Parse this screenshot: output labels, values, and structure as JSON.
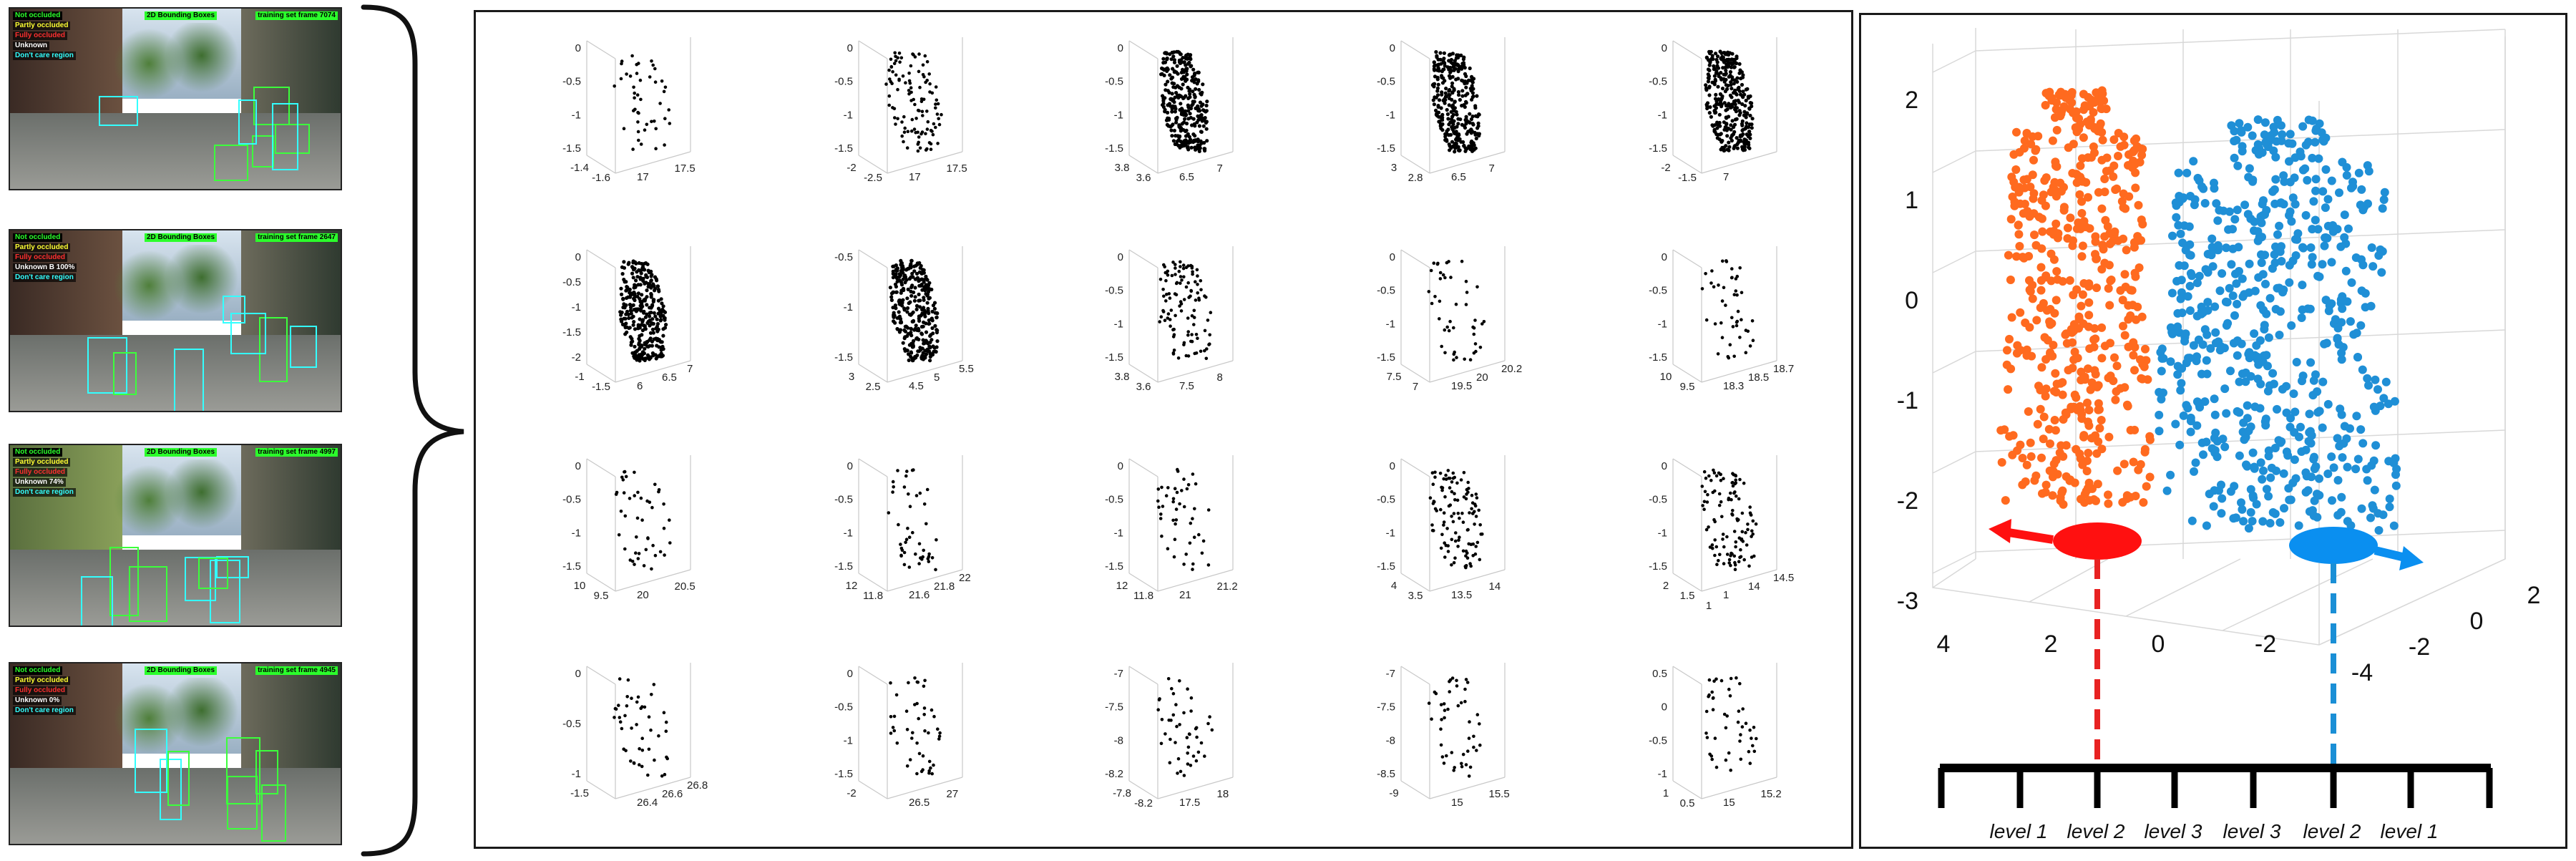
{
  "frames": [
    {
      "labels": [
        "Not occluded",
        "Partly occluded",
        "Fully occluded",
        "Unknown",
        "Don't care region"
      ],
      "header_center": "2D Bounding Boxes",
      "header_right": "training set frame 7074",
      "tone": "street"
    },
    {
      "labels": [
        "Not occluded",
        "Partly occluded",
        "Fully occluded",
        "Unknown B 100%",
        "Don't care region"
      ],
      "header_center": "2D Bounding Boxes",
      "header_right": "training set frame 2647",
      "tone": "street"
    },
    {
      "labels": [
        "Not occluded",
        "Partly occluded",
        "Fully occluded",
        "Unknown 74%",
        "Don't care region"
      ],
      "header_center": "2D Bounding Boxes",
      "header_right": "training set frame 4997",
      "tone": "bright"
    },
    {
      "labels": [
        "Not occluded",
        "Partly occluded",
        "Fully occluded",
        "Unknown 0%",
        "Don't care region"
      ],
      "header_center": "2D Bounding Boxes",
      "header_right": "training set frame 4945",
      "tone": "shop"
    }
  ],
  "colors": {
    "label_colors": [
      "#2bff2b",
      "#ffff33",
      "#ff3030",
      "#ffffff",
      "#33ffff"
    ],
    "header_bg": "#2bff2b",
    "bbox_green": "#3cff3c",
    "bbox_cyan": "#33ffff",
    "pedestrian_a": "#ff6a1f",
    "pedestrian_b": "#1f8fd6",
    "marker_red": "#ff1010",
    "marker_blue": "#0a8ff0",
    "dash_red": "#e82222",
    "dash_blue": "#1a8fd6",
    "points": "#000000"
  },
  "chart_data": [
    {
      "type": "scatter",
      "title": "r1c1",
      "z_ticks": [
        "0",
        "-0.5",
        "-1",
        "-1.5"
      ],
      "x_ticks": [
        "-1.4",
        "-1.6"
      ],
      "y_ticks": [
        "17",
        "17.5"
      ],
      "density": "sparse"
    },
    {
      "type": "scatter",
      "title": "r1c2",
      "z_ticks": [
        "0",
        "-0.5",
        "-1",
        "-1.5"
      ],
      "x_ticks": [
        "-2",
        "-2.5"
      ],
      "y_ticks": [
        "17",
        "17.5"
      ],
      "density": "medium"
    },
    {
      "type": "scatter",
      "title": "r1c3",
      "z_ticks": [
        "0",
        "-0.5",
        "-1",
        "-1.5"
      ],
      "x_ticks": [
        "3.8",
        "3.6"
      ],
      "y_ticks": [
        "6.5",
        "7"
      ],
      "density": "dense"
    },
    {
      "type": "scatter",
      "title": "r1c4",
      "z_ticks": [
        "0",
        "-0.5",
        "-1",
        "-1.5"
      ],
      "x_ticks": [
        "3",
        "2.8"
      ],
      "y_ticks": [
        "6.5",
        "7"
      ],
      "density": "dense"
    },
    {
      "type": "scatter",
      "title": "r1c5",
      "z_ticks": [
        "0",
        "-0.5",
        "-1",
        "-1.5"
      ],
      "x_ticks": [
        "-2",
        "-1.5"
      ],
      "y_ticks": [
        "7"
      ],
      "density": "dense"
    },
    {
      "type": "scatter",
      "title": "r2c1",
      "z_ticks": [
        "0",
        "-0.5",
        "-1",
        "-1.5",
        "-2"
      ],
      "x_ticks": [
        "-1",
        "-1.5"
      ],
      "y_ticks": [
        "6",
        "6.5",
        "7"
      ],
      "density": "dense"
    },
    {
      "type": "scatter",
      "title": "r2c2",
      "z_ticks": [
        "-0.5",
        "-1",
        "-1.5"
      ],
      "x_ticks": [
        "3",
        "2.5"
      ],
      "y_ticks": [
        "4.5",
        "5",
        "5.5"
      ],
      "density": "dense"
    },
    {
      "type": "scatter",
      "title": "r2c3",
      "z_ticks": [
        "0",
        "-0.5",
        "-1",
        "-1.5"
      ],
      "x_ticks": [
        "3.8",
        "3.6"
      ],
      "y_ticks": [
        "7.5",
        "8"
      ],
      "density": "medium"
    },
    {
      "type": "scatter",
      "title": "r2c4",
      "z_ticks": [
        "0",
        "-0.5",
        "-1",
        "-1.5"
      ],
      "x_ticks": [
        "7.5",
        "7"
      ],
      "y_ticks": [
        "19.5",
        "20",
        "20.2"
      ],
      "density": "sparse"
    },
    {
      "type": "scatter",
      "title": "r2c5",
      "z_ticks": [
        "0",
        "-0.5",
        "-1",
        "-1.5"
      ],
      "x_ticks": [
        "10",
        "9.5"
      ],
      "y_ticks": [
        "18.3",
        "18.5",
        "18.7"
      ],
      "density": "sparse"
    },
    {
      "type": "scatter",
      "title": "r3c1",
      "z_ticks": [
        "0",
        "-0.5",
        "-1",
        "-1.5"
      ],
      "x_ticks": [
        "10",
        "9.5"
      ],
      "y_ticks": [
        "20",
        "20.5"
      ],
      "density": "sparse"
    },
    {
      "type": "scatter",
      "title": "r3c2",
      "z_ticks": [
        "0",
        "-0.5",
        "-1",
        "-1.5"
      ],
      "x_ticks": [
        "12",
        "11.8"
      ],
      "y_ticks": [
        "21.6",
        "21.8",
        "22"
      ],
      "density": "sparse"
    },
    {
      "type": "scatter",
      "title": "r3c3",
      "z_ticks": [
        "0",
        "-0.5",
        "-1",
        "-1.5"
      ],
      "x_ticks": [
        "12",
        "11.8"
      ],
      "y_ticks": [
        "21",
        "21.2"
      ],
      "density": "sparse"
    },
    {
      "type": "scatter",
      "title": "r3c4",
      "z_ticks": [
        "0",
        "-0.5",
        "-1",
        "-1.5"
      ],
      "x_ticks": [
        "4",
        "3.5"
      ],
      "y_ticks": [
        "13.5",
        "14"
      ],
      "density": "medium"
    },
    {
      "type": "scatter",
      "title": "r3c5",
      "z_ticks": [
        "0",
        "-0.5",
        "-1",
        "-1.5"
      ],
      "x_ticks": [
        "2",
        "1.5",
        "1"
      ],
      "y_ticks": [
        "1",
        "14",
        "14.5"
      ],
      "density": "medium"
    },
    {
      "type": "scatter",
      "title": "r4c1",
      "z_ticks": [
        "0",
        "-0.5",
        "-1"
      ],
      "x_ticks": [
        "-1.5"
      ],
      "y_ticks": [
        "26.4",
        "26.6",
        "26.8"
      ],
      "density": "sparse"
    },
    {
      "type": "scatter",
      "title": "r4c2",
      "z_ticks": [
        "0",
        "-0.5",
        "-1",
        "-1.5"
      ],
      "x_ticks": [
        "-2"
      ],
      "y_ticks": [
        "26.5",
        "27"
      ],
      "density": "sparse"
    },
    {
      "type": "scatter",
      "title": "r4c3",
      "z_ticks": [
        "-7",
        "-7.5",
        "-8",
        "-8.2"
      ],
      "x_ticks": [
        "-7.8",
        "-8.2"
      ],
      "y_ticks": [
        "17.5",
        "18"
      ],
      "density": "sparse"
    },
    {
      "type": "scatter",
      "title": "r4c4",
      "z_ticks": [
        "-7",
        "-7.5",
        "-8",
        "-8.5"
      ],
      "x_ticks": [
        "-9"
      ],
      "y_ticks": [
        "15",
        "15.5"
      ],
      "density": "sparse"
    },
    {
      "type": "scatter",
      "title": "r4c5",
      "z_ticks": [
        "0.5",
        "0",
        "-0.5",
        "-1"
      ],
      "x_ticks": [
        "1",
        "0.5"
      ],
      "y_ticks": [
        "15",
        "15.2"
      ],
      "density": "sparse"
    },
    {
      "type": "scatter",
      "title": "big3d",
      "z_ticks": [
        "2",
        "1",
        "0",
        "-1",
        "-2",
        "-3"
      ],
      "x_ticks": [
        "4",
        "2",
        "0",
        "-2"
      ],
      "y_ticks": [
        "-4",
        "-2",
        "0",
        "2"
      ],
      "series": [
        {
          "points": "orange cluster"
        },
        {
          "points": "blue cluster"
        }
      ],
      "levels": [
        "level 1",
        "level 2",
        "level 3",
        "level 3",
        "level 2",
        "level 1"
      ]
    }
  ]
}
